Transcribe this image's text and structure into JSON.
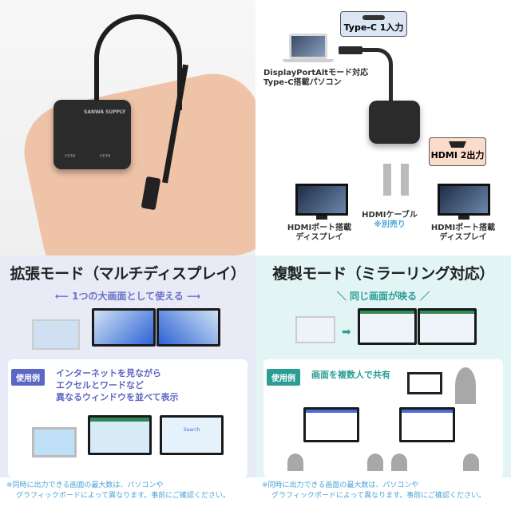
{
  "photo": {
    "brand_label": "SANWA SUPPLY",
    "port_labels": [
      "HDMI",
      "HDMI"
    ]
  },
  "diagram": {
    "input_callout": "Type-C 1入力",
    "laptop_label": [
      "DisplayPortAltモード対応",
      "Type-C搭載パソコン"
    ],
    "output_callout": "HDMI 2出力",
    "cable_label": "HDMIケーブル",
    "cable_note": "※別売り",
    "display_label_left": [
      "HDMIポート搭載",
      "ディスプレイ"
    ],
    "display_label_right": [
      "HDMIポート搭載",
      "ディスプレイ"
    ],
    "colors": {
      "input_bg": "#dbe6f5",
      "output_bg": "#fbdccb"
    }
  },
  "extended": {
    "title": "拡張モード（マルチディスプレイ）",
    "subtitle": "1つの大画面として使える",
    "badge": "使用例",
    "uses": [
      "インターネットを見ながら",
      "エクセルとワードなど",
      "異なるウィンドウを並べて表示"
    ],
    "search_text": "Search",
    "note": [
      "※同時に出力できる画面の最大数は、パソコンや",
      "グラフィックボードによって異なります。事前にご確認ください。"
    ],
    "colors": {
      "panel": "#e8eaf6",
      "accent": "#6a72c6",
      "badge": "#5c66c4"
    }
  },
  "mirror": {
    "title": "複製モード（ミラーリング対応）",
    "subtitle": "＼ 同じ画面が映る ／",
    "badge": "使用例",
    "uses": [
      "画面を複数人で共有"
    ],
    "note": [
      "※同時に出力できる画面の最大数は、パソコンや",
      "グラフィックボードによって異なります。事前にご確認ください。"
    ],
    "colors": {
      "panel": "#e3f4f4",
      "accent": "#2a9d95",
      "badge": "#2a9d95"
    }
  }
}
